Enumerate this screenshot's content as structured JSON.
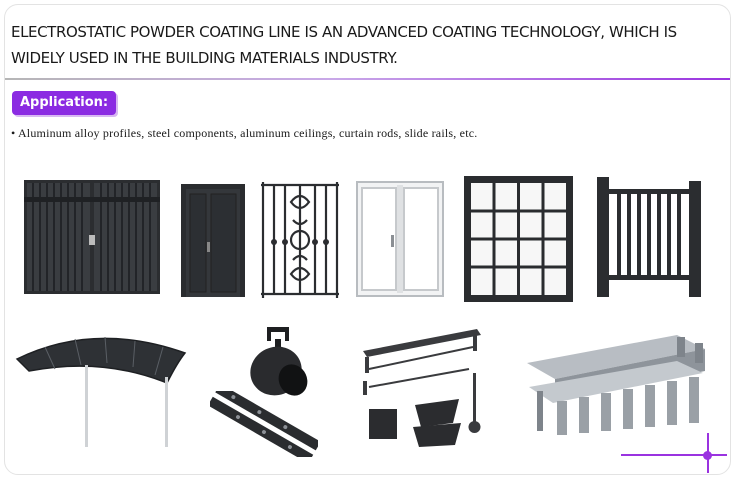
{
  "header": {
    "title": "ELECTROSTATIC POWDER COATING LINE IS AN ADVANCED COATING TECHNOLOGY, WHICH IS WIDELY USED IN THE BUILDING MATERIALS INDUSTRY."
  },
  "application": {
    "label": "Application:",
    "text": "• Aluminum alloy profiles, steel components, aluminum ceilings, curtain rods, slide rails, etc."
  },
  "colors": {
    "accent": "#8b2be2",
    "metal_dark": "#2b2d30",
    "metal_grey": "#9aa0a6"
  },
  "products": [
    {
      "icon": "double-gate-icon"
    },
    {
      "icon": "door-icon"
    },
    {
      "icon": "iron-grille-icon"
    },
    {
      "icon": "white-window-icon"
    },
    {
      "icon": "black-window-icon"
    },
    {
      "icon": "railing-icon"
    },
    {
      "icon": "carport-canopy-icon"
    },
    {
      "icon": "spotlight-icon"
    },
    {
      "icon": "slide-rail-icon"
    },
    {
      "icon": "bathroom-rack-icon"
    },
    {
      "icon": "steel-beams-icon"
    }
  ]
}
